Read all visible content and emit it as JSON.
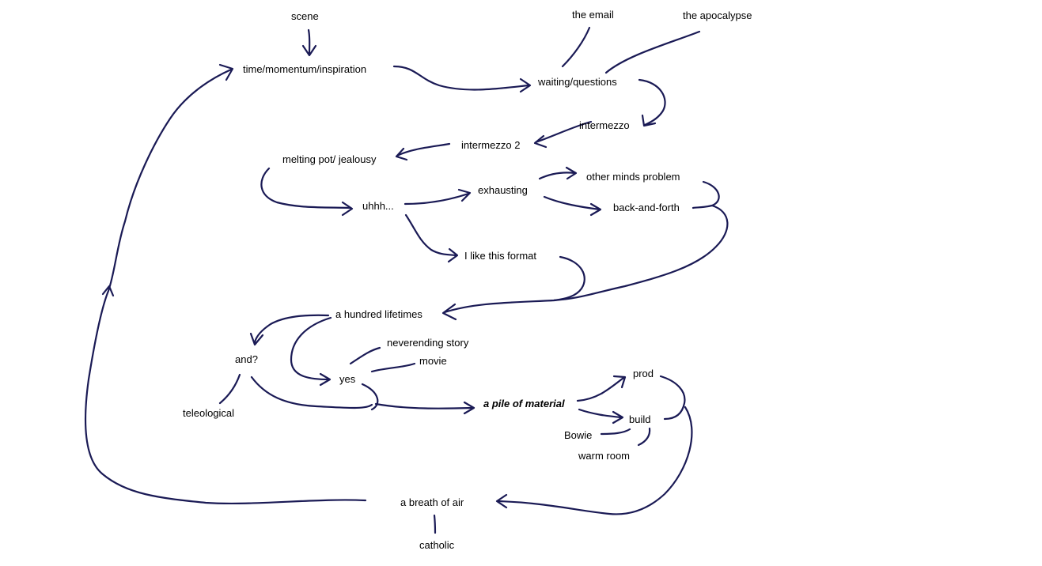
{
  "diagram": {
    "ink_color": "#1a1a55",
    "nodes": {
      "scene": "scene",
      "the_email": "the email",
      "the_apocalypse": "the apocalypse",
      "time": "time/momentum/inspiration",
      "waiting": "waiting/questions",
      "intermezzo": "intermezzo",
      "intermezzo2": "intermezzo 2",
      "melting": "melting pot/ jealousy",
      "uhhh": "uhhh...",
      "exhausting": "exhausting",
      "other_minds": "other minds problem",
      "back_and_forth": "back-and-forth",
      "i_like": "I like this format",
      "hundred": "a hundred lifetimes",
      "and": "and?",
      "neverending": "neverending story",
      "movie": "movie",
      "yes": "yes",
      "teleological": "teleological",
      "pile": "a pile of material",
      "prod": "prod",
      "build": "build",
      "bowie": "Bowie",
      "warm_room": "warm room",
      "breath": "a breath of air",
      "catholic": "catholic"
    }
  }
}
